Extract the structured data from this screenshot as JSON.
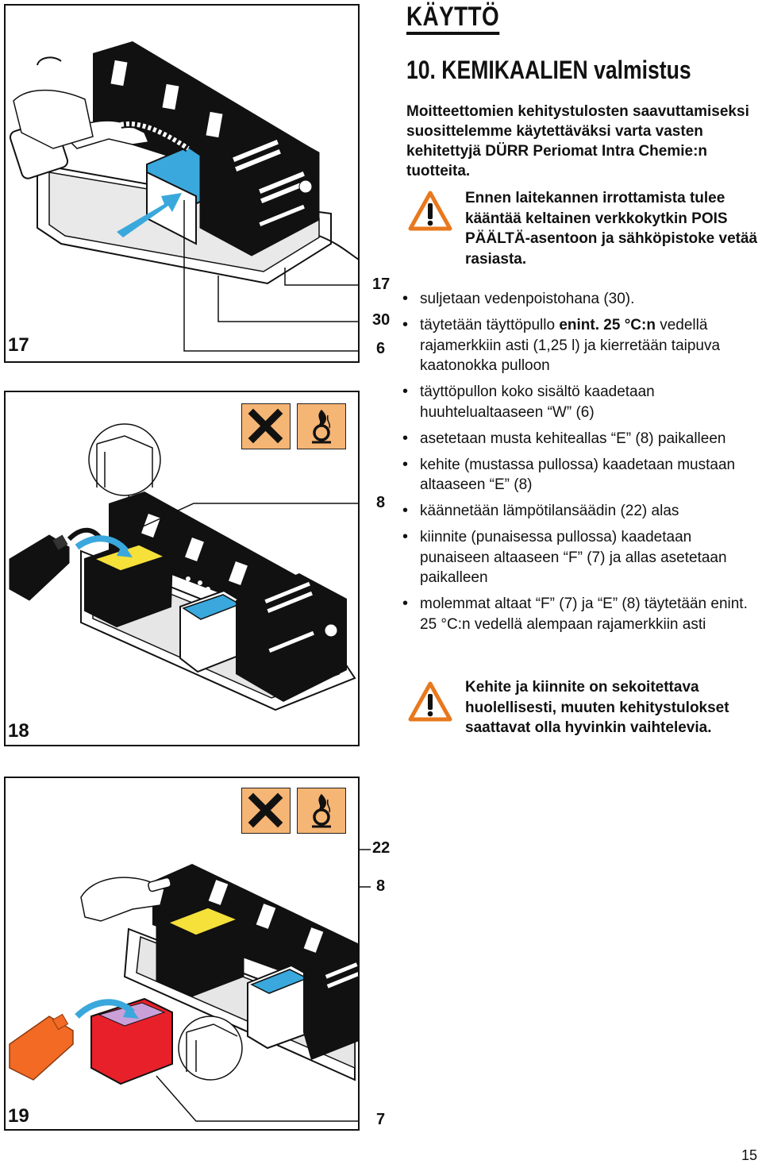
{
  "header": {
    "section": "KÄYTTÖ",
    "chapter": "10. KEMIKAALIEN valmistus"
  },
  "intro": "Moitteettomien kehitystulosten saavuttamiseksi suosittelemme käytettäväksi varta vasten kehitettyjä DÜRR Periomat Intra Chemie:n tuotteita.",
  "warning_1": "Ennen laitekannen irrottamista tulee kääntää keltainen verkkokytkin POIS PÄÄLTÄ-asentoon ja sähköpistoke vetää rasiasta.",
  "steps": {
    "s1": "suljetaan vedenpoistohana (30).",
    "s2_pre": "täytetään täyttöpullo ",
    "s2_bold": "enint. 25 °C:n",
    "s2_post": "vedellä rajamerkkiin asti (1,25 l) ja kierretään taipuva kaatonokka pulloon",
    "s3": "täyttöpullon koko sisältö kaadetaan huuhtelualtaaseen “W” (6)",
    "s4": "asetetaan musta kehiteallas “E” (8) paikalleen",
    "s5": "kehite (mustassa pullossa) kaadetaan mustaan altaaseen “E” (8)",
    "s6": "käännetään lämpötilansäädin (22) alas",
    "s7": "kiinnite (punaisessa pullossa) kaadetaan punaiseen altaaseen “F” (7) ja allas asetetaan paikalleen",
    "s8": "molemmat altaat “F” (7) ja “E” (8) täytetään enint. 25 °C:n vedellä alempaan rajamerkkiin asti"
  },
  "warning_2": "Kehite ja kiinnite on sekoitettava huolellisesti, muuten kehitystulokset saattavat olla hyvinkin vaihtelevia.",
  "figures": {
    "fig17": {
      "number": "17",
      "callouts": [
        "17",
        "30",
        "6"
      ]
    },
    "fig18": {
      "number": "18",
      "callouts": [
        "8"
      ]
    },
    "fig19": {
      "number": "19",
      "callouts": [
        "22",
        "8",
        "7"
      ]
    }
  },
  "hazard_icons": [
    "harmful-x-icon",
    "oxidizing-flame-icon"
  ],
  "colors": {
    "hazard_bg": "#f5b574",
    "warning_orange": "#e8781e",
    "rinse_blue": "#3aa8dc",
    "developer_yellow": "#f6e03a",
    "fixer_red": "#e8202a",
    "fixer_bottle_orange": "#f26a24",
    "fixer_lilac": "#c9a0d8"
  },
  "page_number": "15"
}
